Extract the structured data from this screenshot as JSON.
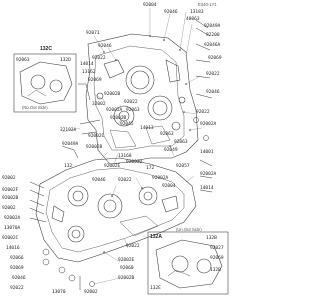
{
  "drawing_code": "E340-1Y1",
  "inset_left": {
    "header": "132C",
    "caption": "(No.Out Side)",
    "labels": [
      "92063",
      "132D"
    ]
  },
  "inset_right": {
    "header": "132A",
    "caption": "(Un.Out Side)",
    "labels": [
      "132B",
      "132E"
    ]
  },
  "callouts": [
    {
      "id": "c1",
      "text": "92004"
    },
    {
      "id": "c2",
      "text": "92046"
    },
    {
      "id": "c3",
      "text": "13183"
    },
    {
      "id": "c4",
      "text": "48063"
    },
    {
      "id": "c5",
      "text": "92049A"
    },
    {
      "id": "c6",
      "text": "92071"
    },
    {
      "id": "c7",
      "text": "92200"
    },
    {
      "id": "c8",
      "text": "92046A"
    },
    {
      "id": "c9",
      "text": "92046"
    },
    {
      "id": "c10",
      "text": "92069"
    },
    {
      "id": "c11",
      "text": "92022"
    },
    {
      "id": "c12",
      "text": "14014"
    },
    {
      "id": "c13",
      "text": "92022"
    },
    {
      "id": "c14",
      "text": "13162"
    },
    {
      "id": "c15",
      "text": "92046"
    },
    {
      "id": "c16",
      "text": "92069"
    },
    {
      "id": "c17",
      "text": "92022"
    },
    {
      "id": "c18",
      "text": "92002A"
    },
    {
      "id": "c19",
      "text": "92002A"
    },
    {
      "id": "c20",
      "text": "32002"
    },
    {
      "id": "c21",
      "text": "32192A"
    },
    {
      "id": "c22",
      "text": "92002B"
    },
    {
      "id": "c23",
      "text": "92022"
    },
    {
      "id": "c24",
      "text": "92063"
    },
    {
      "id": "c25",
      "text": "92045"
    },
    {
      "id": "c26",
      "text": "14013"
    },
    {
      "id": "c27",
      "text": "92063"
    },
    {
      "id": "c28",
      "text": "92002C"
    },
    {
      "id": "c29",
      "text": "92049A"
    },
    {
      "id": "c30",
      "text": "92063"
    },
    {
      "id": "c31",
      "text": "14001"
    },
    {
      "id": "c32",
      "text": "92002B"
    },
    {
      "id": "c33",
      "text": "92049"
    },
    {
      "id": "c34",
      "text": "92057"
    },
    {
      "id": "c35",
      "text": "172"
    },
    {
      "id": "c36",
      "text": "13168"
    },
    {
      "id": "c37",
      "text": "92002"
    },
    {
      "id": "c38",
      "text": "92002D"
    },
    {
      "id": "c39",
      "text": "92002E"
    },
    {
      "id": "c40",
      "text": "92022"
    },
    {
      "id": "c41",
      "text": "92002A"
    },
    {
      "id": "c42",
      "text": "92004"
    },
    {
      "id": "c43",
      "text": "92002F"
    },
    {
      "id": "c44",
      "text": "92002B"
    },
    {
      "id": "c45",
      "text": "92002"
    },
    {
      "id": "c46",
      "text": "92002A"
    },
    {
      "id": "c47",
      "text": "13070A"
    },
    {
      "id": "c48",
      "text": "92002C"
    },
    {
      "id": "c49",
      "text": "14016"
    },
    {
      "id": "c50",
      "text": "92066"
    },
    {
      "id": "c51",
      "text": "92069"
    },
    {
      "id": "c52",
      "text": "92046"
    },
    {
      "id": "c53",
      "text": "92022"
    },
    {
      "id": "c54",
      "text": "13070"
    },
    {
      "id": "c55",
      "text": "92002"
    },
    {
      "id": "c56",
      "text": "92002E"
    },
    {
      "id": "c57",
      "text": "92060"
    },
    {
      "id": "c58",
      "text": "92002B"
    },
    {
      "id": "c59",
      "text": "92022"
    },
    {
      "id": "c60",
      "text": "92002A"
    },
    {
      "id": "c61",
      "text": "14014"
    },
    {
      "id": "c62",
      "text": "92002B"
    },
    {
      "id": "c63",
      "text": "132"
    },
    {
      "id": "c64",
      "text": "92046"
    },
    {
      "id": "c65",
      "text": "92027"
    },
    {
      "id": "c66",
      "text": "92069"
    },
    {
      "id": "c67",
      "text": "132B"
    }
  ]
}
